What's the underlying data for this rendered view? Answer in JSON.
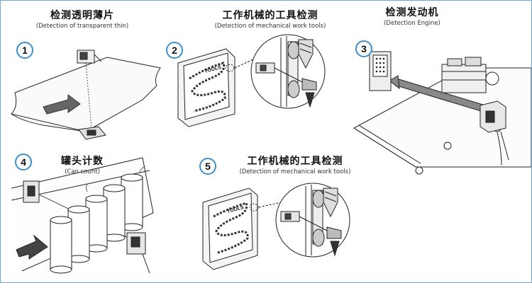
{
  "panels": [
    {
      "number": "1",
      "title_zh": "检测透明薄片",
      "title_en": "(Detection of transparent thin)"
    },
    {
      "number": "2",
      "title_zh": "工作机械的工具检测",
      "title_en": "(Detection of mechanical work tools)"
    },
    {
      "number": "3",
      "title_zh": "检测发动机",
      "title_en": "(Detection Engine)"
    },
    {
      "number": "4",
      "title_zh": "罐头计数",
      "title_en": "(Can count)"
    },
    {
      "number": "5",
      "title_zh": "工作机械的工具检测",
      "title_en": "(Detection of mechanical work tools)"
    }
  ],
  "board_label": "TOOLS",
  "colors": {
    "border": "#6aa8d8",
    "badge_ring": "#3d8fcf",
    "line": "#222222",
    "arrow": "#555555"
  }
}
